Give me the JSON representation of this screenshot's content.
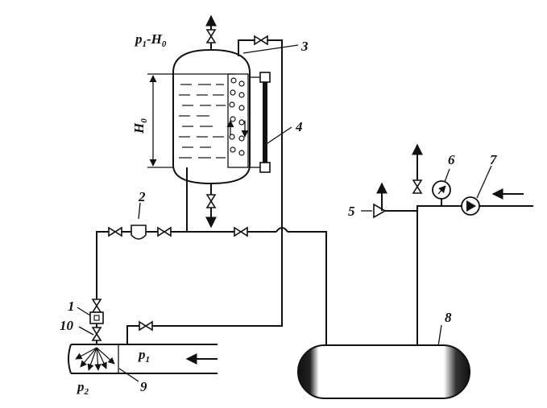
{
  "figure": {
    "labels": {
      "p1_h0": "p",
      "p1_h0_sub": "1",
      "p1_h0_rest": "-H",
      "p1_h0_sub2": "0",
      "h0": "H",
      "h0_sub": "0",
      "n1": "1",
      "n2": "2",
      "n3": "3",
      "n4": "4",
      "n5": "5",
      "n6": "6",
      "n7": "7",
      "n8": "8",
      "n9": "9",
      "n10": "10",
      "p1": "p",
      "p1_sub": "1",
      "p2": "p",
      "p2_sub": "2"
    }
  }
}
